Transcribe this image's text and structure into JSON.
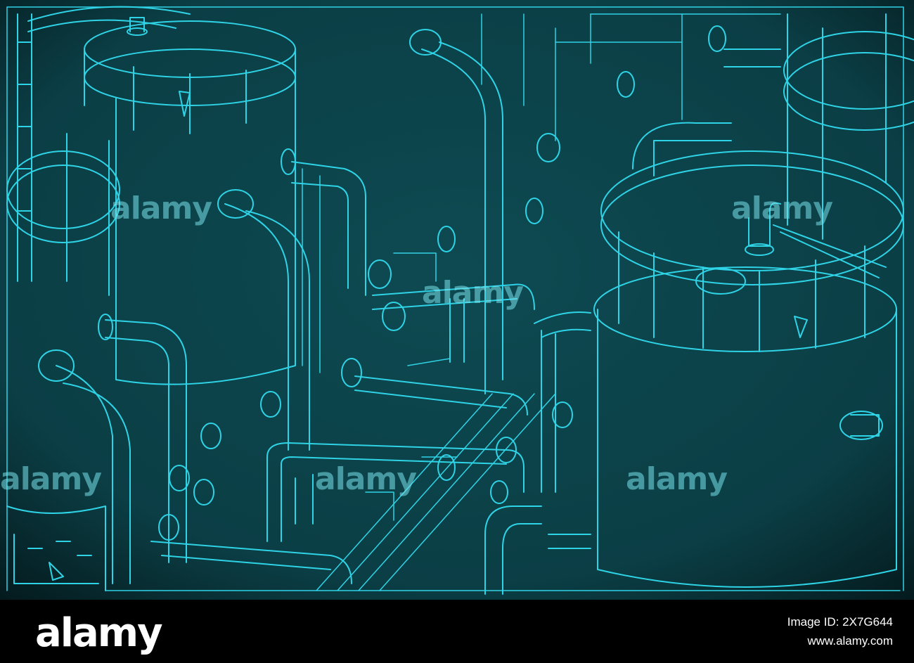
{
  "illustration": {
    "subject": "isometric blueprint of industrial tanks and piping",
    "background_color": "#0b3e45",
    "line_color": "#2fd3e6",
    "vignette_color": "#04191c"
  },
  "watermarks": {
    "overlay_text": "alamy",
    "logo_text": "alamy"
  },
  "footer": {
    "background_color": "#000000",
    "image_id": "Image ID: 2X7G644",
    "site_url": "www.alamy.com"
  }
}
